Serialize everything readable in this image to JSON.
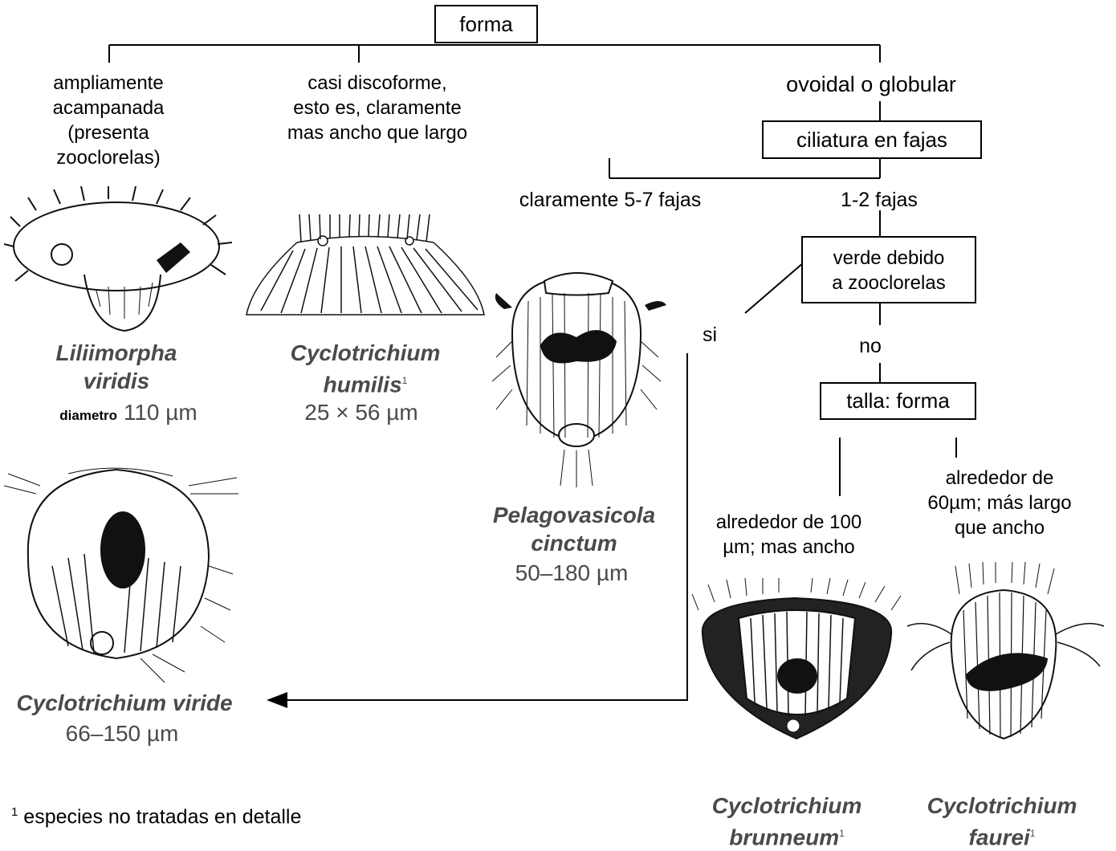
{
  "root": "forma",
  "branches": {
    "b1": [
      "ampliamente",
      "acampanada",
      "(presenta",
      "zooclorelas)"
    ],
    "b2": [
      "casi discoforme,",
      "esto es, claramente",
      "mas ancho que largo"
    ],
    "b3": "ovoidal o globular"
  },
  "box_ciliatura": "ciliatura en fajas",
  "fajas_left": "claramente 5-7 fajas",
  "fajas_right": "1-2 fajas",
  "box_verde": [
    "verde debido",
    "a zooclorelas"
  ],
  "si": "si",
  "no": "no",
  "box_talla": "talla: forma",
  "talla_left": [
    "alrededor de 100",
    "µm; mas ancho"
  ],
  "talla_right": [
    "alrededor de",
    "60µm; más largo",
    "que ancho"
  ],
  "species": {
    "liliimorpha": {
      "name": [
        "Liliimorpha",
        "viridis"
      ],
      "prefix": "diametro",
      "size": "110 µm"
    },
    "humilis": {
      "name": [
        "Cyclotrichium",
        "humilis"
      ],
      "sup": "1",
      "size": "25 × 56 µm"
    },
    "pelago": {
      "name": [
        "Pelagovasicola",
        "cinctum"
      ],
      "size": "50–180 µm"
    },
    "viride": {
      "name": "Cyclotrichium viride",
      "size": "66–150 µm"
    },
    "brunneum": {
      "name": [
        "Cyclotrichium",
        "brunneum"
      ],
      "sup": "1"
    },
    "faurei": {
      "name": [
        "Cyclotrichium",
        "faurei"
      ],
      "sup": "1"
    }
  },
  "footnote": {
    "mark": "1",
    "text": " especies no tratadas en detalle"
  }
}
